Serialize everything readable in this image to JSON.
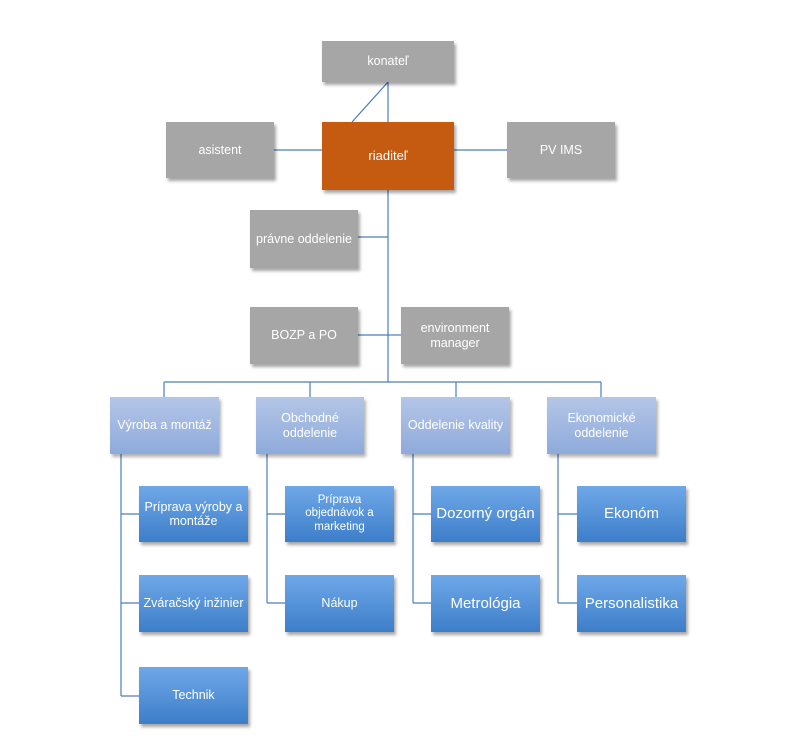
{
  "org": {
    "konatel": "konateľ",
    "asistent": "asistent",
    "riaditel": "riaditeľ",
    "pv_ims": "PV IMS",
    "pravne": "právne oddelenie",
    "bozp": "BOZP a PO",
    "environment": "environment manager",
    "departments": {
      "vyroba": {
        "label": "Výroba a montáž",
        "children": [
          "Príprava výroby a montáže",
          "Zváračský inžinier",
          "Technik"
        ]
      },
      "obchodne": {
        "label": "Obchodné oddelenie",
        "children": [
          "Príprava objednávok a marketing",
          "Nákup"
        ]
      },
      "kvalita": {
        "label": "Oddelenie kvality",
        "children": [
          "Dozorný orgán",
          "Metrológia"
        ]
      },
      "ekonomicke": {
        "label": "Ekonomické oddelenie",
        "children": [
          "Ekonóm",
          "Personalistika"
        ]
      }
    }
  },
  "colors": {
    "gray_box": "#a6a6a6",
    "director_box": "#c55a11",
    "department_box": "#8eaadb",
    "sub_box": "#3d7ec9",
    "connector": "#4a7ebb"
  }
}
